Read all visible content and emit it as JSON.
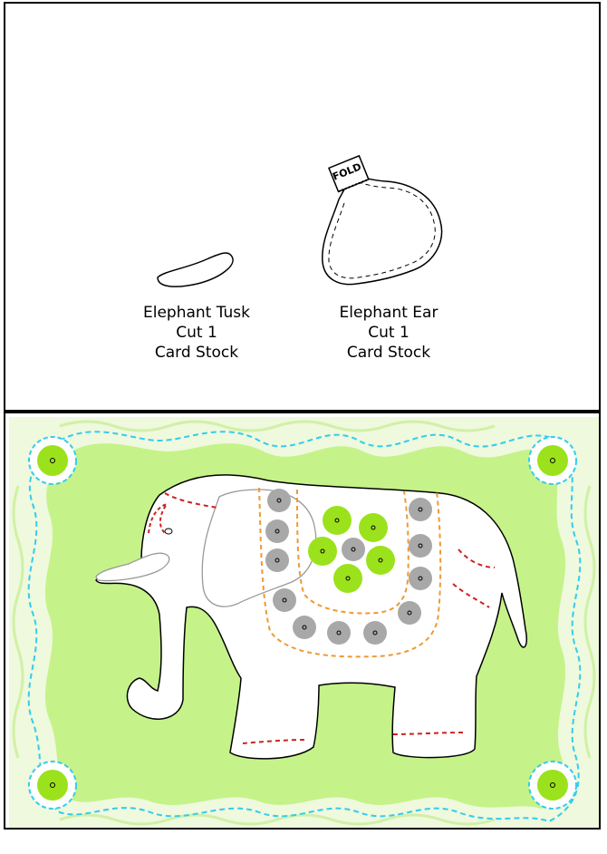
{
  "top_panel": {
    "tusk": {
      "name": "Elephant Tusk",
      "qty": "Cut 1",
      "material": "Card Stock"
    },
    "ear": {
      "name": "Elephant Ear",
      "qty": "Cut 1",
      "material": "Card Stock",
      "fold_label": "FOLD"
    }
  },
  "card": {
    "background_color": "#c6f28a",
    "accent_green": "#9be21c",
    "dash_cyan": "#33ccee",
    "dash_red": "#cc2222",
    "dash_orange": "#ee9933",
    "sequin_gray": "#a8a8a8"
  }
}
